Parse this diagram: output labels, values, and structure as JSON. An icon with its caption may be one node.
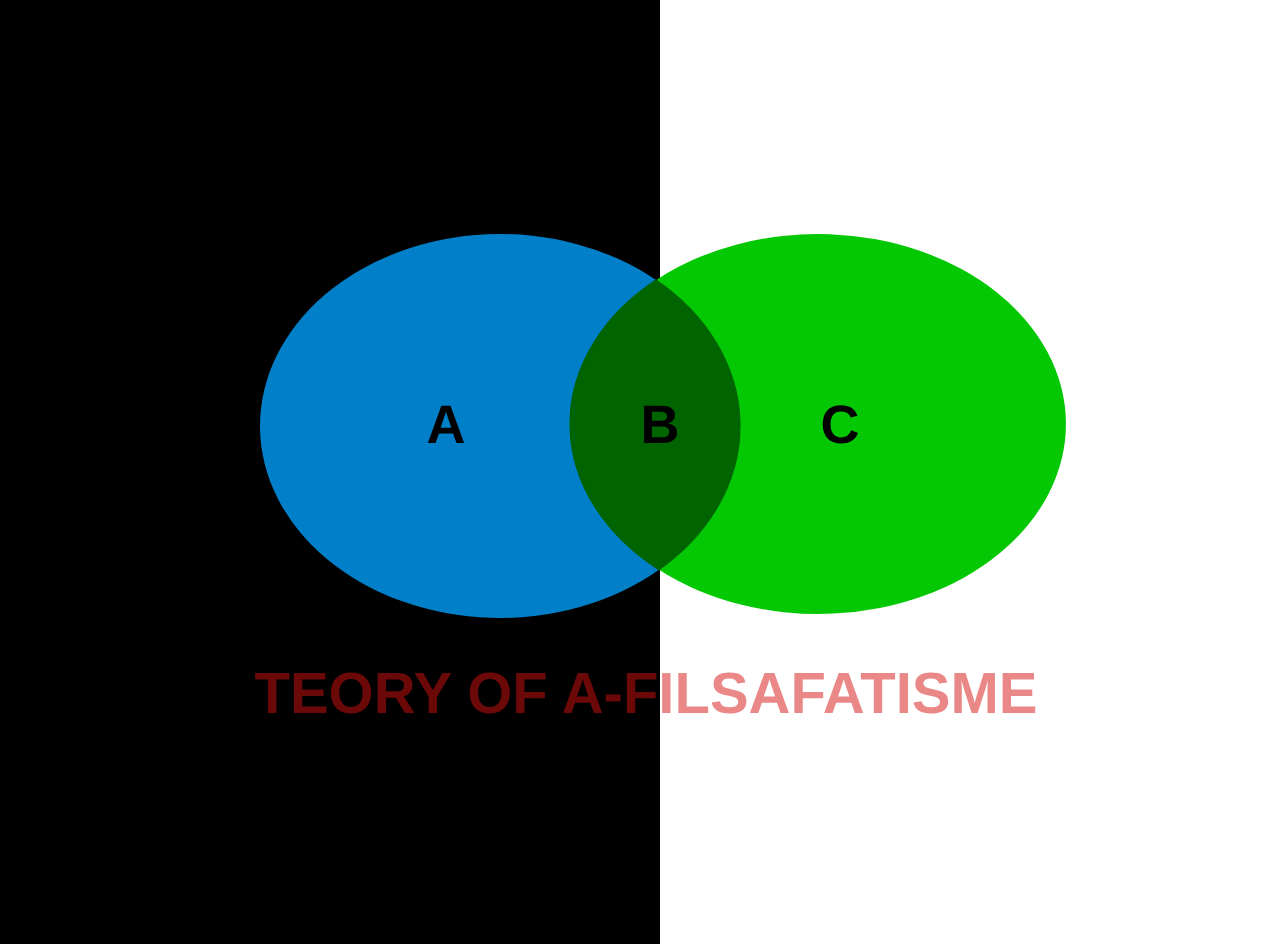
{
  "diagram": {
    "title": "TEORY OF A-FILSAFATISME",
    "nodes": [
      {
        "text": [
          "A"
        ]
      },
      {
        "text": [
          "B"
        ]
      },
      {
        "text": [
          "C"
        ]
      }
    ]
  }
}
